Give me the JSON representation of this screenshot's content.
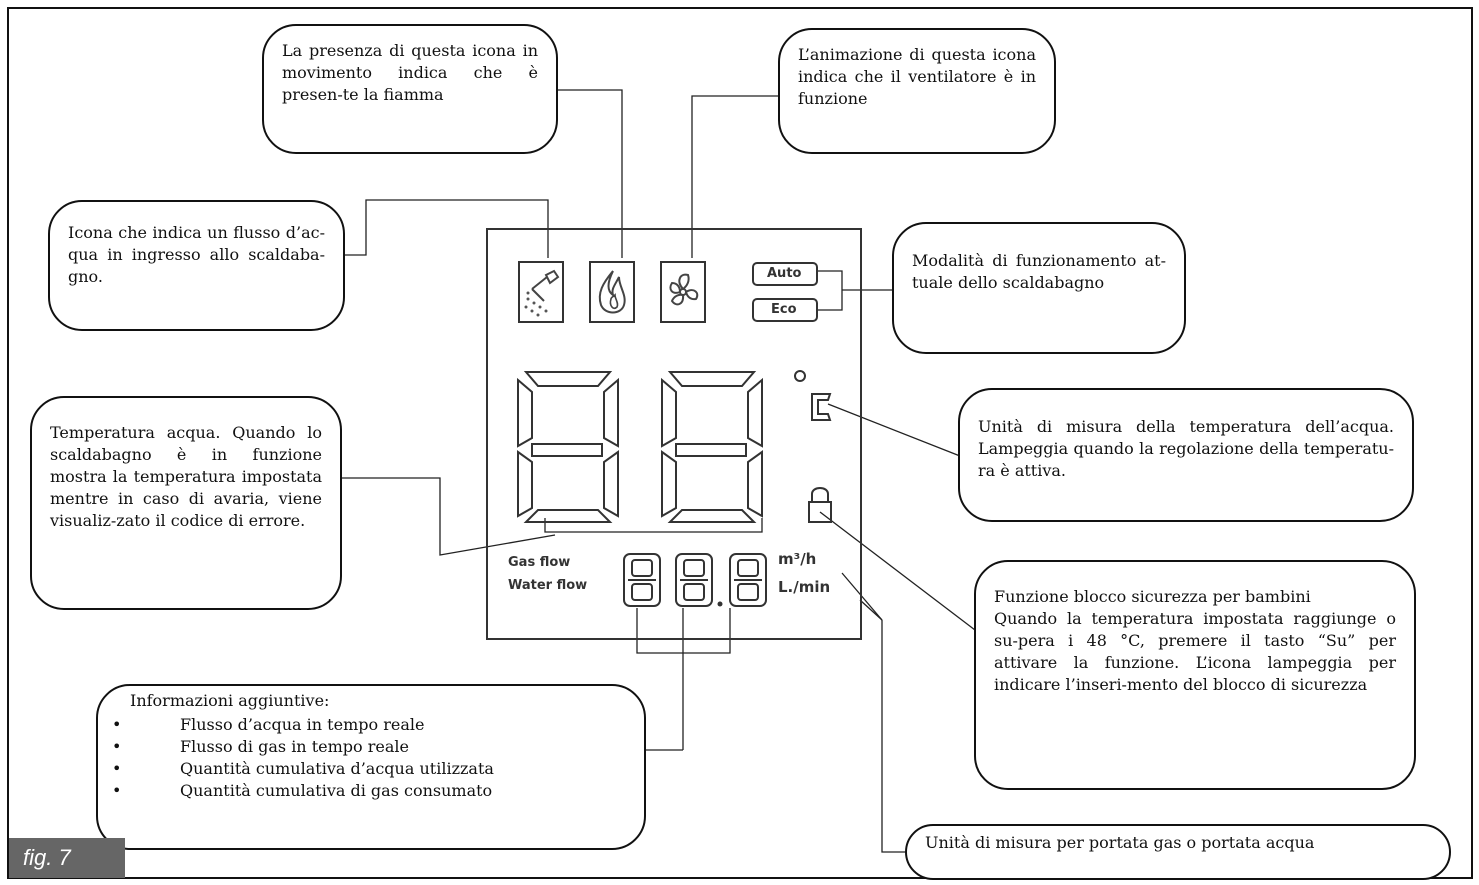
{
  "callouts": {
    "flame": "La presenza di questa icona in movimento indica che è presen-te la fiamma",
    "fan": "L’animazione di questa icona indica che il ventilatore è in funzione",
    "water_in": "Icona che indica un flusso d’ac-qua in ingresso allo scaldaba-gno.",
    "mode": "Modalità di funzionamento at-tuale dello scaldabagno",
    "temp_unit": "Unità di misura della temperatura dell’acqua. Lampeggia quando la regolazione della temperatu-ra è attiva.",
    "temperature": "Temperatura acqua. Quando lo scaldabagno è in funzione mostra la temperatura impostata mentre in caso di avaria, viene visualiz-zato il codice di errore.",
    "child_lock_title": "Funzione blocco sicurezza per bambini",
    "child_lock_body": "Quando la temperatura impostata raggiunge o su-pera i 48 °C, premere il tasto “Su” per attivare la funzione. L’icona lampeggia per indicare l’inseri-mento del blocco di sicurezza",
    "info_title": "Informazioni aggiuntive:",
    "info_items": [
      "Flusso d’acqua in tempo reale",
      "Flusso di gas in tempo reale",
      "Quantità cumulativa d’acqua utilizzata",
      "Quantità cumulativa di gas consumato"
    ],
    "flow_unit": "Unità di misura per portata gas o portata acqua"
  },
  "display": {
    "auto": "Auto",
    "eco": "Eco",
    "gas_flow": "Gas flow",
    "water_flow": "Water flow",
    "unit_m3h": "m³/h",
    "unit_lmin": "L./min"
  },
  "fig_label": "fig. 7",
  "icons": [
    "shower-icon",
    "flame-icon",
    "fan-icon",
    "celsius-icon",
    "lock-icon"
  ]
}
